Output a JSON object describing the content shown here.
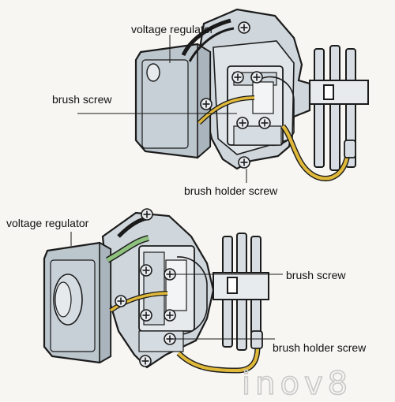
{
  "labels": {
    "top_voltage_regulator": "voltage regulator",
    "top_brush_screw": "brush screw",
    "top_brush_holder_screw": "brush holder screw",
    "bottom_voltage_regulator": "voltage regulator",
    "bottom_brush_screw": "brush screw",
    "bottom_brush_holder_screw": "brush holder screw"
  },
  "watermark": "inov8",
  "colors": {
    "body": "#cfd6dc",
    "outline": "#1b1b1b",
    "wire_yellow": "#e0b93a",
    "wire_green": "#8fc27f",
    "wire_black": "#1a1a1a",
    "background": "#f7f6f2"
  }
}
